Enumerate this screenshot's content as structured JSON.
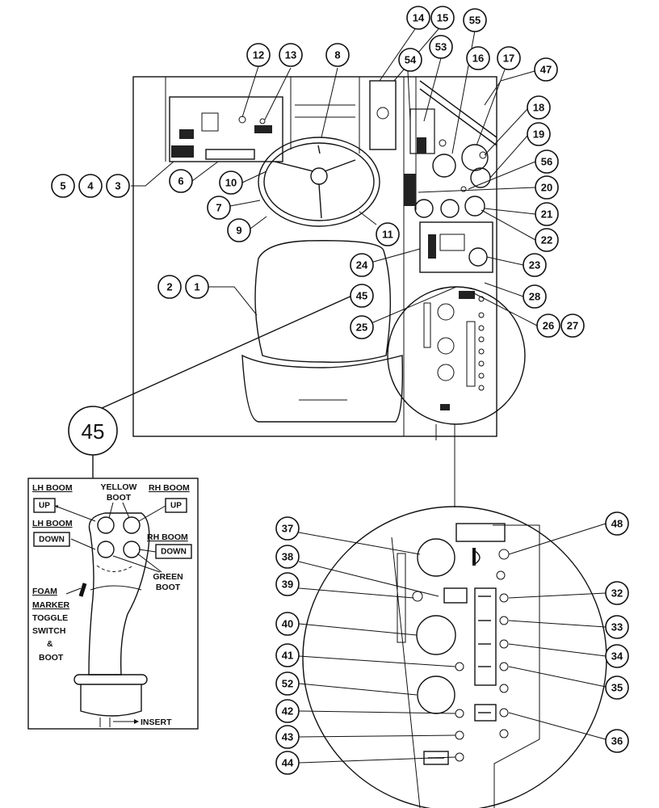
{
  "callouts_top": [
    "1",
    "2",
    "3",
    "4",
    "5",
    "6",
    "7",
    "8",
    "9",
    "10",
    "11",
    "12",
    "13",
    "14",
    "15",
    "16",
    "17",
    "18",
    "19",
    "20",
    "21",
    "22",
    "23",
    "24",
    "25",
    "26",
    "27",
    "28",
    "45",
    "47",
    "53",
    "54",
    "55",
    "56"
  ],
  "callouts_detail": [
    "32",
    "33",
    "34",
    "35",
    "36",
    "37",
    "38",
    "39",
    "40",
    "41",
    "42",
    "43",
    "44",
    "48",
    "52"
  ],
  "big_callout": "45",
  "joystick": {
    "lh_boom_up_title": "LH BOOM",
    "up_label": "UP",
    "lh_boom_down_title": "LH BOOM",
    "down_label": "DOWN",
    "rh_boom_up_title": "RH BOOM",
    "rh_up_label": "UP",
    "rh_boom_down_title": "RH BOOM",
    "rh_down_label": "DOWN",
    "yellow_boot_1": "YELLOW",
    "yellow_boot_2": "BOOT",
    "green_boot_1": "GREEN",
    "green_boot_2": "BOOT",
    "foam": "FOAM",
    "marker": "MARKER",
    "toggle": "TOGGLE",
    "switch": "SWITCH",
    "amp": "&",
    "boot": "BOOT",
    "insert": "INSERT"
  }
}
